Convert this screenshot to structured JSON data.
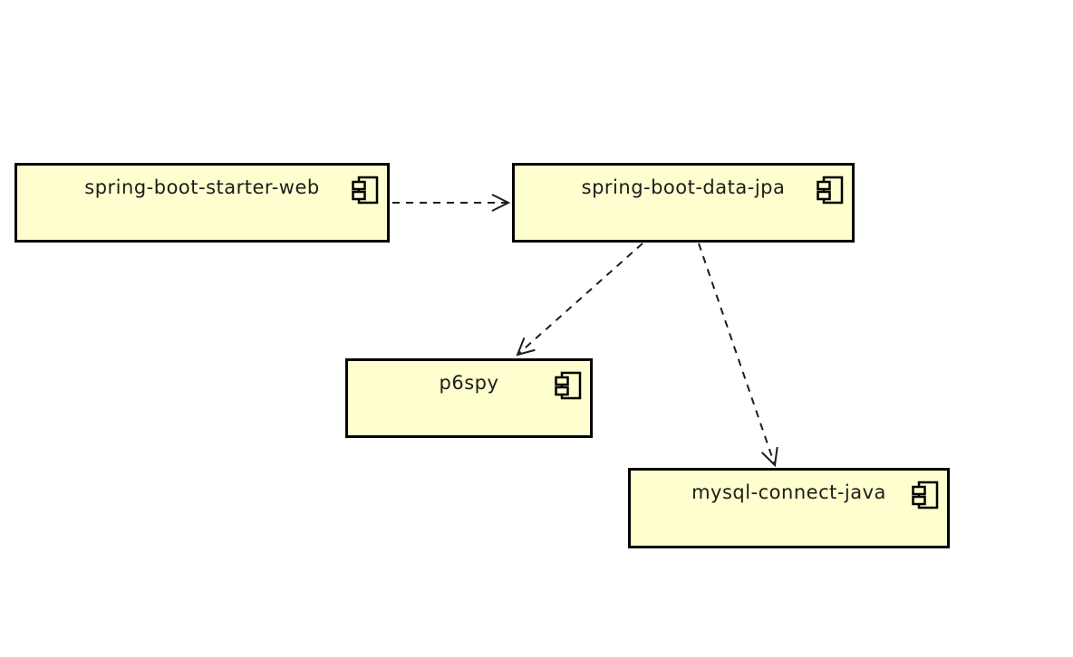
{
  "diagram": {
    "type": "uml-component-diagram",
    "nodes": [
      {
        "id": "spring-boot-starter-web",
        "label": "spring-boot-starter-web"
      },
      {
        "id": "spring-boot-data-jpa",
        "label": "spring-boot-data-jpa"
      },
      {
        "id": "p6spy",
        "label": "p6spy"
      },
      {
        "id": "mysql-connect-java",
        "label": "mysql-connect-java"
      }
    ],
    "edges": [
      {
        "from": "spring-boot-starter-web",
        "to": "spring-boot-data-jpa",
        "style": "dashed",
        "arrowhead": "open"
      },
      {
        "from": "spring-boot-data-jpa",
        "to": "p6spy",
        "style": "dashed",
        "arrowhead": "open"
      },
      {
        "from": "spring-boot-data-jpa",
        "to": "mysql-connect-java",
        "style": "dashed",
        "arrowhead": "open"
      }
    ],
    "colors": {
      "node_fill": "#FEFECE",
      "node_border": "#000000",
      "edge": "#1c1c1c",
      "background": "#FFFFFF"
    }
  }
}
